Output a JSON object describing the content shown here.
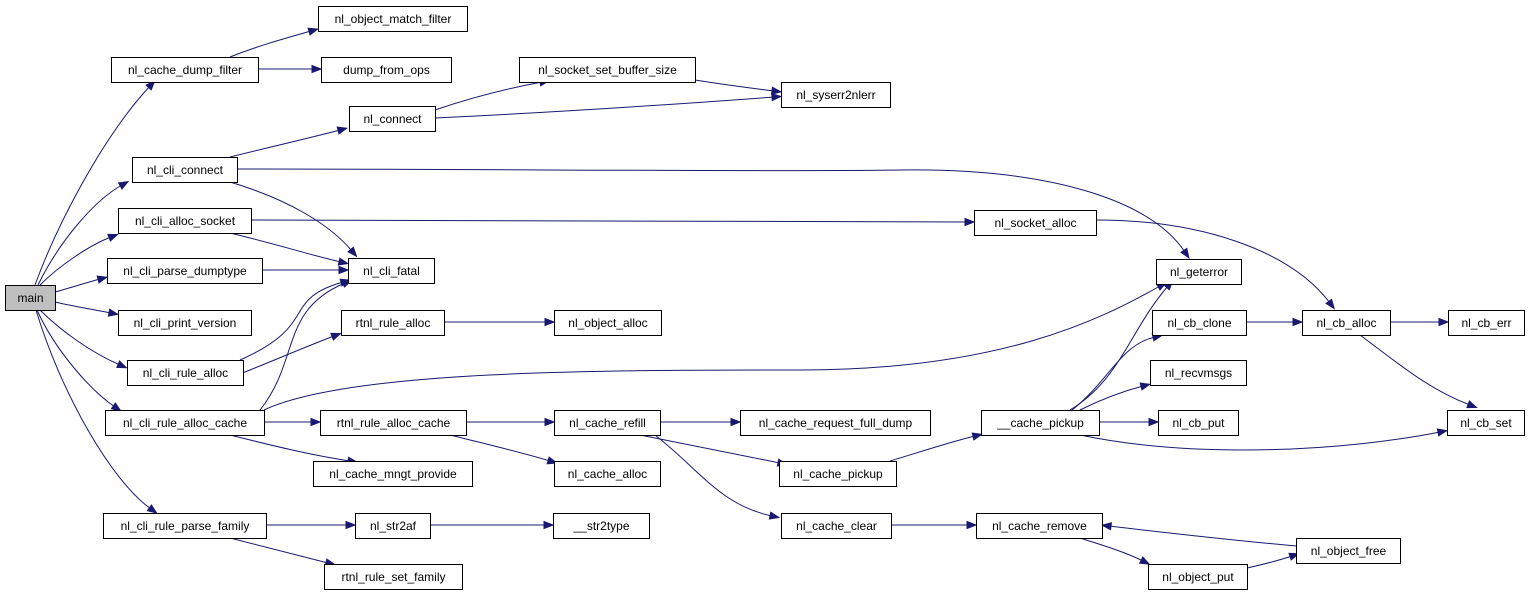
{
  "diagram": {
    "type": "call-graph",
    "colors": {
      "edge": "#191970",
      "node_border": "#000000",
      "root_fill": "#bfbfbf",
      "node_fill": "#ffffff"
    },
    "nodes": [
      {
        "id": "main",
        "label": "main",
        "root": true
      },
      {
        "id": "nl_cache_dump_filter",
        "label": "nl_cache_dump_filter"
      },
      {
        "id": "nl_object_match_filter",
        "label": "nl_object_match_filter"
      },
      {
        "id": "dump_from_ops",
        "label": "dump_from_ops"
      },
      {
        "id": "nl_socket_set_buffer_size",
        "label": "nl_socket_set_buffer_size"
      },
      {
        "id": "nl_syserr2nlerr",
        "label": "nl_syserr2nlerr"
      },
      {
        "id": "nl_connect",
        "label": "nl_connect"
      },
      {
        "id": "nl_cli_connect",
        "label": "nl_cli_connect"
      },
      {
        "id": "nl_cli_alloc_socket",
        "label": "nl_cli_alloc_socket"
      },
      {
        "id": "nl_socket_alloc",
        "label": "nl_socket_alloc"
      },
      {
        "id": "nl_cli_parse_dumptype",
        "label": "nl_cli_parse_dumptype"
      },
      {
        "id": "nl_cli_fatal",
        "label": "nl_cli_fatal"
      },
      {
        "id": "nl_geterror",
        "label": "nl_geterror"
      },
      {
        "id": "nl_cli_print_version",
        "label": "nl_cli_print_version"
      },
      {
        "id": "rtnl_rule_alloc",
        "label": "rtnl_rule_alloc"
      },
      {
        "id": "nl_object_alloc",
        "label": "nl_object_alloc"
      },
      {
        "id": "nl_cb_clone",
        "label": "nl_cb_clone"
      },
      {
        "id": "nl_cb_alloc",
        "label": "nl_cb_alloc"
      },
      {
        "id": "nl_cb_err",
        "label": "nl_cb_err"
      },
      {
        "id": "nl_cli_rule_alloc",
        "label": "nl_cli_rule_alloc"
      },
      {
        "id": "nl_recvmsgs",
        "label": "nl_recvmsgs"
      },
      {
        "id": "nl_cli_rule_alloc_cache",
        "label": "nl_cli_rule_alloc_cache"
      },
      {
        "id": "rtnl_rule_alloc_cache",
        "label": "rtnl_rule_alloc_cache"
      },
      {
        "id": "nl_cache_refill",
        "label": "nl_cache_refill"
      },
      {
        "id": "nl_cache_request_full_dump",
        "label": "nl_cache_request_full_dump"
      },
      {
        "id": "__cache_pickup",
        "label": "__cache_pickup"
      },
      {
        "id": "nl_cb_put",
        "label": "nl_cb_put"
      },
      {
        "id": "nl_cb_set",
        "label": "nl_cb_set"
      },
      {
        "id": "nl_cache_mngt_provide",
        "label": "nl_cache_mngt_provide"
      },
      {
        "id": "nl_cache_alloc",
        "label": "nl_cache_alloc"
      },
      {
        "id": "nl_cache_pickup",
        "label": "nl_cache_pickup"
      },
      {
        "id": "nl_cli_rule_parse_family",
        "label": "nl_cli_rule_parse_family"
      },
      {
        "id": "nl_str2af",
        "label": "nl_str2af"
      },
      {
        "id": "__str2type",
        "label": "__str2type"
      },
      {
        "id": "nl_cache_clear",
        "label": "nl_cache_clear"
      },
      {
        "id": "nl_cache_remove",
        "label": "nl_cache_remove"
      },
      {
        "id": "nl_object_free",
        "label": "nl_object_free"
      },
      {
        "id": "rtnl_rule_set_family",
        "label": "rtnl_rule_set_family"
      },
      {
        "id": "nl_object_put",
        "label": "nl_object_put"
      }
    ],
    "edges": [
      {
        "from": "main",
        "to": "nl_cache_dump_filter"
      },
      {
        "from": "main",
        "to": "nl_cli_connect"
      },
      {
        "from": "main",
        "to": "nl_cli_alloc_socket"
      },
      {
        "from": "main",
        "to": "nl_cli_parse_dumptype"
      },
      {
        "from": "main",
        "to": "nl_cli_print_version"
      },
      {
        "from": "main",
        "to": "nl_cli_rule_alloc"
      },
      {
        "from": "main",
        "to": "nl_cli_rule_alloc_cache"
      },
      {
        "from": "main",
        "to": "nl_cli_rule_parse_family"
      },
      {
        "from": "nl_cache_dump_filter",
        "to": "nl_object_match_filter"
      },
      {
        "from": "nl_cache_dump_filter",
        "to": "dump_from_ops"
      },
      {
        "from": "nl_cli_connect",
        "to": "nl_connect"
      },
      {
        "from": "nl_cli_connect",
        "to": "nl_cli_fatal"
      },
      {
        "from": "nl_cli_connect",
        "to": "nl_geterror"
      },
      {
        "from": "nl_connect",
        "to": "nl_socket_set_buffer_size"
      },
      {
        "from": "nl_connect",
        "to": "nl_syserr2nlerr"
      },
      {
        "from": "nl_socket_set_buffer_size",
        "to": "nl_syserr2nlerr"
      },
      {
        "from": "nl_cli_alloc_socket",
        "to": "nl_socket_alloc"
      },
      {
        "from": "nl_cli_alloc_socket",
        "to": "nl_cli_fatal"
      },
      {
        "from": "nl_socket_alloc",
        "to": "nl_cb_alloc"
      },
      {
        "from": "nl_cli_parse_dumptype",
        "to": "nl_cli_fatal"
      },
      {
        "from": "nl_cli_rule_alloc",
        "to": "nl_cli_fatal"
      },
      {
        "from": "nl_cli_rule_alloc",
        "to": "rtnl_rule_alloc"
      },
      {
        "from": "rtnl_rule_alloc",
        "to": "nl_object_alloc"
      },
      {
        "from": "nl_cli_rule_alloc_cache",
        "to": "nl_cli_fatal"
      },
      {
        "from": "nl_cli_rule_alloc_cache",
        "to": "nl_geterror"
      },
      {
        "from": "nl_cli_rule_alloc_cache",
        "to": "rtnl_rule_alloc_cache"
      },
      {
        "from": "nl_cli_rule_alloc_cache",
        "to": "nl_cache_mngt_provide"
      },
      {
        "from": "rtnl_rule_alloc_cache",
        "to": "nl_cache_refill"
      },
      {
        "from": "rtnl_rule_alloc_cache",
        "to": "nl_cache_alloc"
      },
      {
        "from": "nl_cache_refill",
        "to": "nl_cache_request_full_dump"
      },
      {
        "from": "nl_cache_refill",
        "to": "nl_cache_pickup"
      },
      {
        "from": "nl_cache_refill",
        "to": "nl_cache_clear"
      },
      {
        "from": "nl_cache_pickup",
        "to": "__cache_pickup"
      },
      {
        "from": "__cache_pickup",
        "to": "nl_geterror"
      },
      {
        "from": "__cache_pickup",
        "to": "nl_cb_clone"
      },
      {
        "from": "__cache_pickup",
        "to": "nl_recvmsgs"
      },
      {
        "from": "__cache_pickup",
        "to": "nl_cb_put"
      },
      {
        "from": "__cache_pickup",
        "to": "nl_cb_set"
      },
      {
        "from": "nl_cb_clone",
        "to": "nl_cb_alloc"
      },
      {
        "from": "nl_cb_alloc",
        "to": "nl_cb_err"
      },
      {
        "from": "nl_cb_alloc",
        "to": "nl_cb_set"
      },
      {
        "from": "nl_cache_clear",
        "to": "nl_cache_remove"
      },
      {
        "from": "nl_cache_remove",
        "to": "nl_object_put"
      },
      {
        "from": "nl_object_put",
        "to": "nl_object_free"
      },
      {
        "from": "nl_object_free",
        "to": "nl_cache_remove"
      },
      {
        "from": "nl_cli_rule_parse_family",
        "to": "nl_str2af"
      },
      {
        "from": "nl_cli_rule_parse_family",
        "to": "rtnl_rule_set_family"
      },
      {
        "from": "nl_str2af",
        "to": "__str2type"
      }
    ]
  }
}
